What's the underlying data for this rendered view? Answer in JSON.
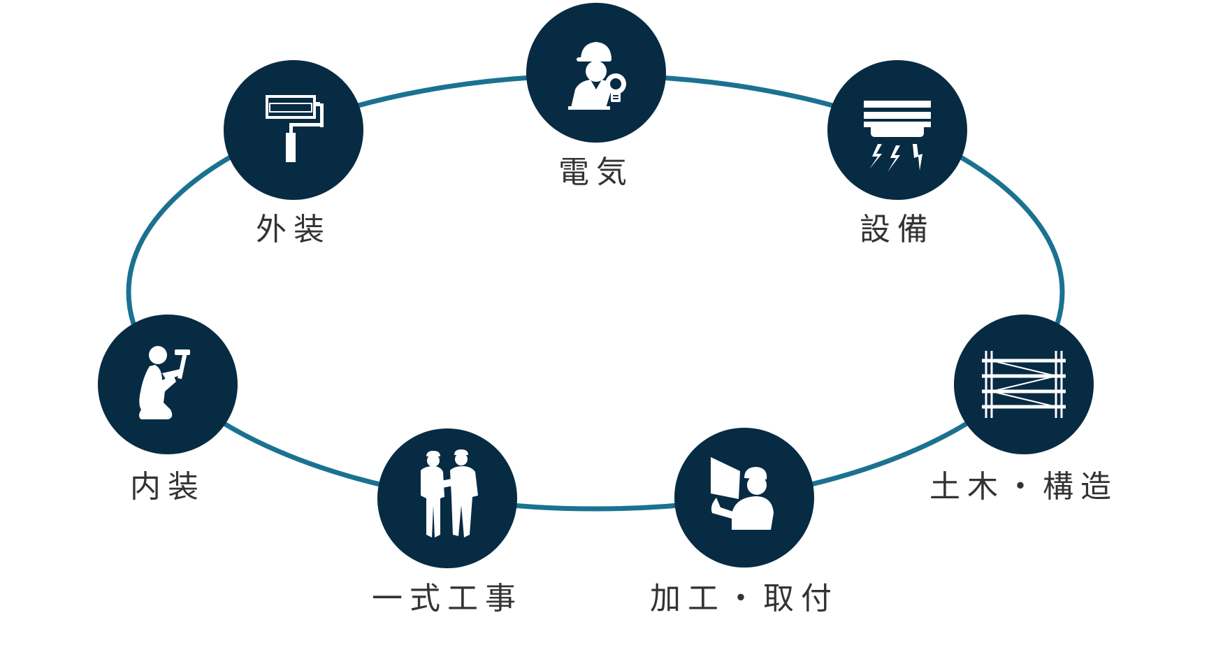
{
  "colors": {
    "ring": "#1b7290",
    "node": "#082b44",
    "icon": "#ffffff",
    "text": "#333333"
  },
  "nodes": [
    {
      "id": "denki",
      "label": "電気",
      "icon": "electrician-with-lightbulb-icon"
    },
    {
      "id": "setsubi",
      "label": "設備",
      "icon": "ceiling-fixture-with-sparks-icon"
    },
    {
      "id": "doboku",
      "label": "土木・構造",
      "icon": "scaffolding-icon"
    },
    {
      "id": "kako",
      "label": "加工・取付",
      "icon": "worker-installing-panel-icon"
    },
    {
      "id": "isshiki",
      "label": "一式工事",
      "icon": "two-workers-reviewing-plans-icon"
    },
    {
      "id": "naiso",
      "label": "内装",
      "icon": "kneeling-worker-with-hammer-icon"
    },
    {
      "id": "gaiso",
      "label": "外装",
      "icon": "paint-roller-icon"
    }
  ]
}
